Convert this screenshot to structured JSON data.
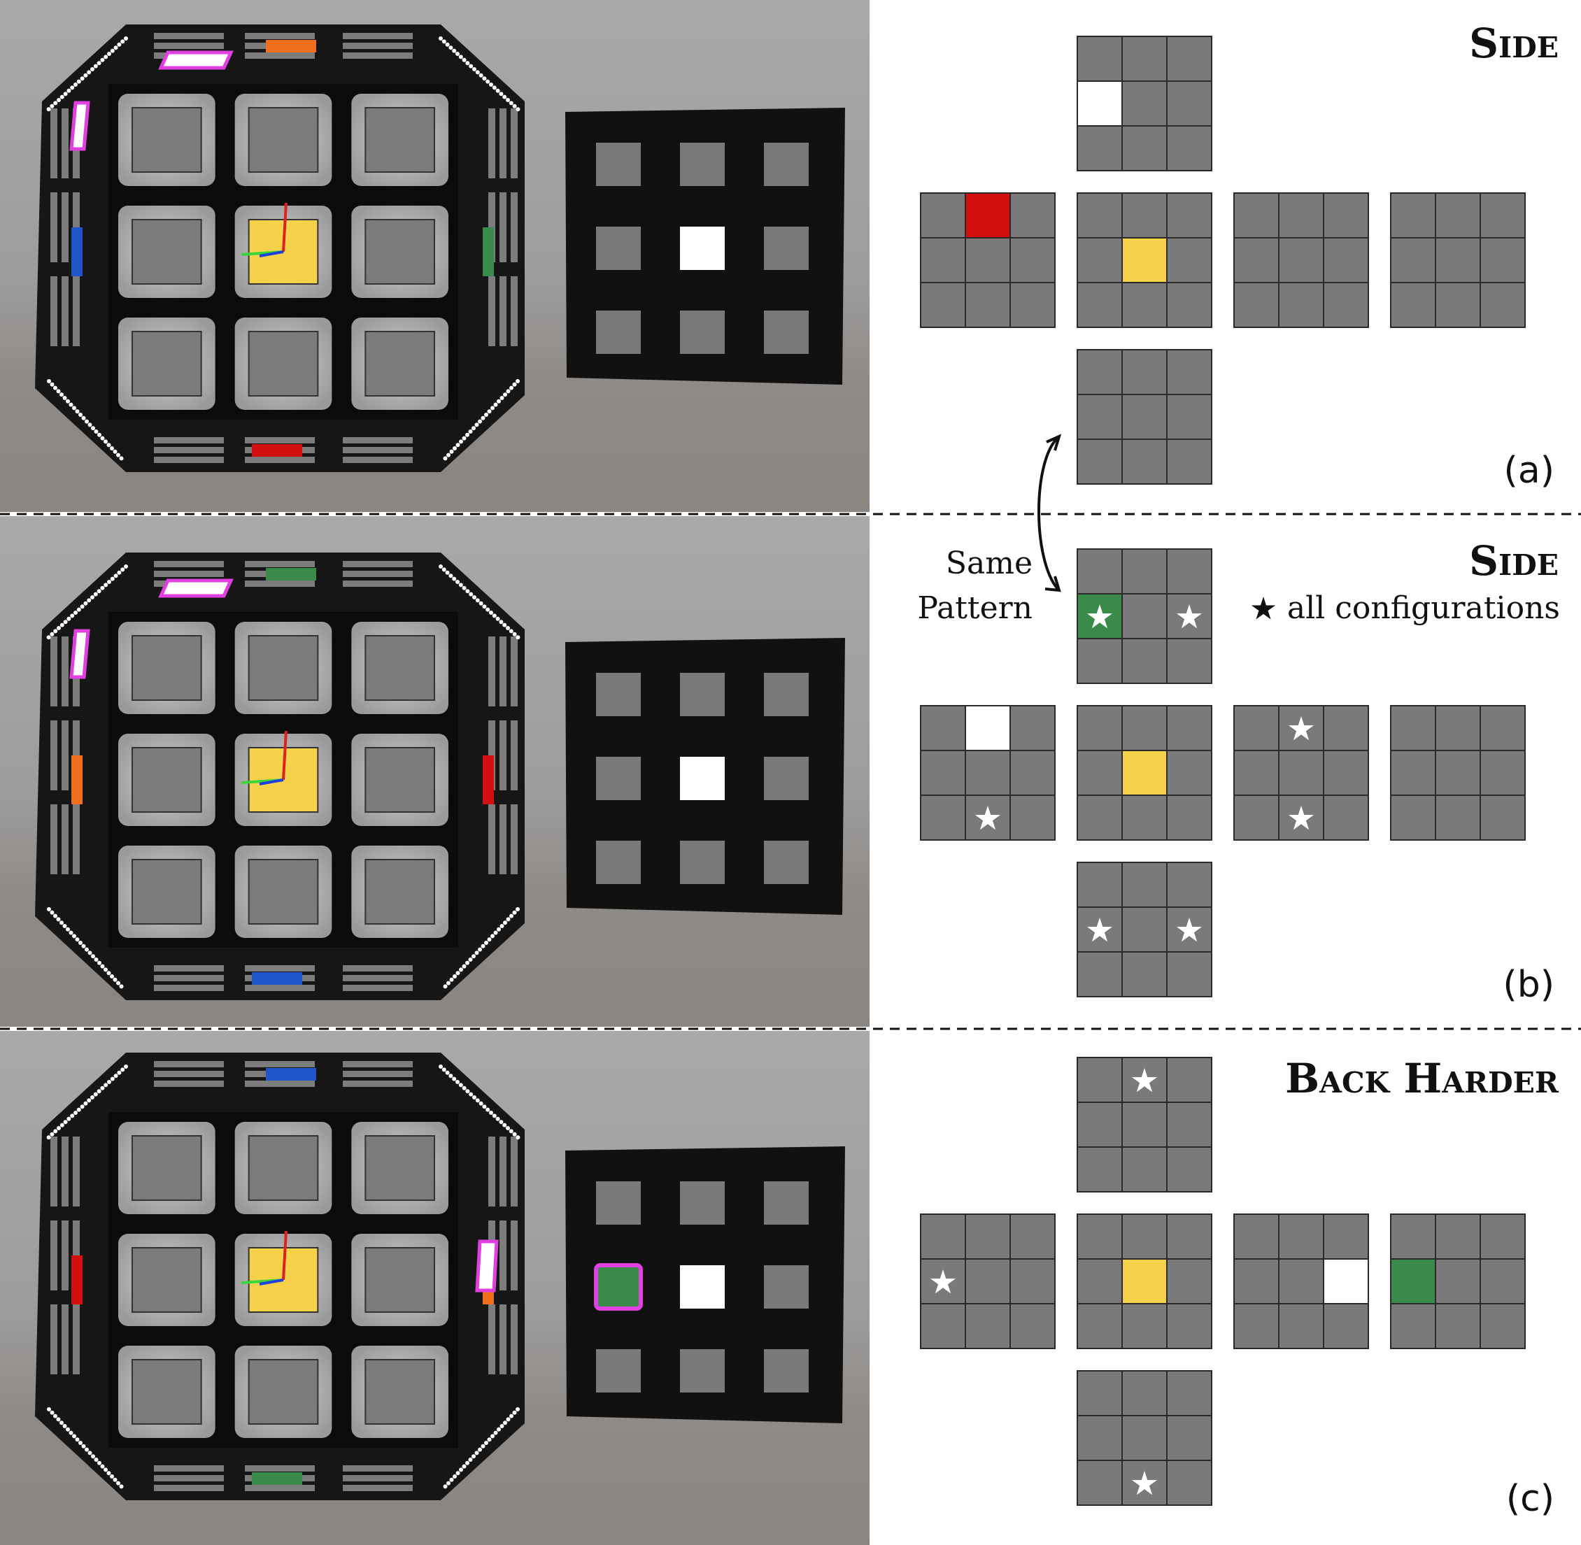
{
  "colors": {
    "gray": "#7a7a7a",
    "grid_line": "#2a2a2a",
    "white": "#ffffff",
    "yellow": "#f6d24a",
    "red": "#d40f0f",
    "green": "#3a8a4a",
    "blue": "#1f55c8",
    "orange": "#f0701f",
    "magenta": "#e040e0",
    "black_face": "#111111"
  },
  "panels": [
    {
      "id": "a",
      "title": "Side",
      "label": "(a)",
      "star_note": "",
      "faces": {
        "top": [
          [
            "g",
            "g",
            "g"
          ],
          [
            "w",
            "g",
            "g"
          ],
          [
            "g",
            "g",
            "g"
          ]
        ],
        "left": [
          [
            "g",
            "r",
            "g"
          ],
          [
            "g",
            "g",
            "g"
          ],
          [
            "g",
            "g",
            "g"
          ]
        ],
        "center": [
          [
            "g",
            "g",
            "g"
          ],
          [
            "g",
            "y",
            "g"
          ],
          [
            "g",
            "g",
            "g"
          ]
        ],
        "right": [
          [
            "g",
            "g",
            "g"
          ],
          [
            "g",
            "g",
            "g"
          ],
          [
            "g",
            "g",
            "g"
          ]
        ],
        "far": [
          [
            "g",
            "g",
            "g"
          ],
          [
            "g",
            "g",
            "g"
          ],
          [
            "g",
            "g",
            "g"
          ]
        ],
        "bottom": [
          [
            "g",
            "g",
            "g"
          ],
          [
            "g",
            "g",
            "g"
          ],
          [
            "g",
            "g",
            "g"
          ]
        ]
      },
      "stars": {
        "top": [],
        "left": [],
        "center": [],
        "right": [],
        "far": [],
        "bottom": []
      },
      "marker_face": [
        [
          "g",
          "g",
          "g"
        ],
        [
          "g",
          "w",
          "g"
        ],
        [
          "g",
          "g",
          "g"
        ]
      ],
      "marker_pink": []
    },
    {
      "id": "b",
      "title": "Side",
      "label": "(b)",
      "star_note": "all configurations",
      "faces": {
        "top": [
          [
            "g",
            "g",
            "g"
          ],
          [
            "gr",
            "g",
            "g"
          ],
          [
            "g",
            "g",
            "g"
          ]
        ],
        "left": [
          [
            "g",
            "w",
            "g"
          ],
          [
            "g",
            "g",
            "g"
          ],
          [
            "g",
            "g",
            "g"
          ]
        ],
        "center": [
          [
            "g",
            "g",
            "g"
          ],
          [
            "g",
            "y",
            "g"
          ],
          [
            "g",
            "g",
            "g"
          ]
        ],
        "right": [
          [
            "g",
            "g",
            "g"
          ],
          [
            "g",
            "g",
            "g"
          ],
          [
            "g",
            "g",
            "g"
          ]
        ],
        "far": [
          [
            "g",
            "g",
            "g"
          ],
          [
            "g",
            "g",
            "g"
          ],
          [
            "g",
            "g",
            "g"
          ]
        ],
        "bottom": [
          [
            "g",
            "g",
            "g"
          ],
          [
            "g",
            "g",
            "g"
          ],
          [
            "g",
            "g",
            "g"
          ]
        ]
      },
      "stars": {
        "top": [
          [
            1,
            0
          ],
          [
            1,
            2
          ]
        ],
        "left": [
          [
            2,
            1
          ]
        ],
        "center": [],
        "right": [
          [
            0,
            1
          ],
          [
            2,
            1
          ]
        ],
        "far": [],
        "bottom": [
          [
            1,
            0
          ],
          [
            1,
            2
          ]
        ]
      },
      "marker_face": [
        [
          "g",
          "g",
          "g"
        ],
        [
          "g",
          "w",
          "g"
        ],
        [
          "g",
          "g",
          "g"
        ]
      ],
      "marker_pink": []
    },
    {
      "id": "c",
      "title": "Back Harder",
      "label": "(c)",
      "star_note": "",
      "faces": {
        "top": [
          [
            "g",
            "g",
            "g"
          ],
          [
            "g",
            "g",
            "g"
          ],
          [
            "g",
            "g",
            "g"
          ]
        ],
        "left": [
          [
            "g",
            "g",
            "g"
          ],
          [
            "g",
            "g",
            "g"
          ],
          [
            "g",
            "g",
            "g"
          ]
        ],
        "center": [
          [
            "g",
            "g",
            "g"
          ],
          [
            "g",
            "y",
            "g"
          ],
          [
            "g",
            "g",
            "g"
          ]
        ],
        "right": [
          [
            "g",
            "g",
            "g"
          ],
          [
            "g",
            "g",
            "w"
          ],
          [
            "g",
            "g",
            "g"
          ]
        ],
        "far": [
          [
            "g",
            "g",
            "g"
          ],
          [
            "gr",
            "g",
            "g"
          ],
          [
            "g",
            "g",
            "g"
          ]
        ],
        "bottom": [
          [
            "g",
            "g",
            "g"
          ],
          [
            "g",
            "g",
            "g"
          ],
          [
            "g",
            "g",
            "g"
          ]
        ]
      },
      "stars": {
        "top": [
          [
            0,
            1
          ]
        ],
        "left": [
          [
            1,
            0
          ]
        ],
        "center": [],
        "right": [],
        "far": [],
        "bottom": [
          [
            2,
            1
          ]
        ]
      },
      "marker_face": [
        [
          "g",
          "g",
          "g"
        ],
        [
          "gr",
          "w",
          "g"
        ],
        [
          "g",
          "g",
          "g"
        ]
      ],
      "marker_pink": [
        [
          1,
          0
        ]
      ]
    }
  ],
  "cube_accents": [
    {
      "top": "orange",
      "bottom": "red",
      "left": "blue",
      "right": "green",
      "pink_top": true,
      "pink_left": true,
      "pink_right": false
    },
    {
      "top": "green",
      "bottom": "blue",
      "left": "orange",
      "right": "red",
      "pink_top": true,
      "pink_left": true,
      "pink_right": false
    },
    {
      "top": "blue",
      "bottom": "green",
      "left": "red",
      "right": "orange",
      "pink_top": false,
      "pink_left": false,
      "pink_right": true
    }
  ],
  "annotation": {
    "line1": "Same",
    "line2": "Pattern"
  }
}
